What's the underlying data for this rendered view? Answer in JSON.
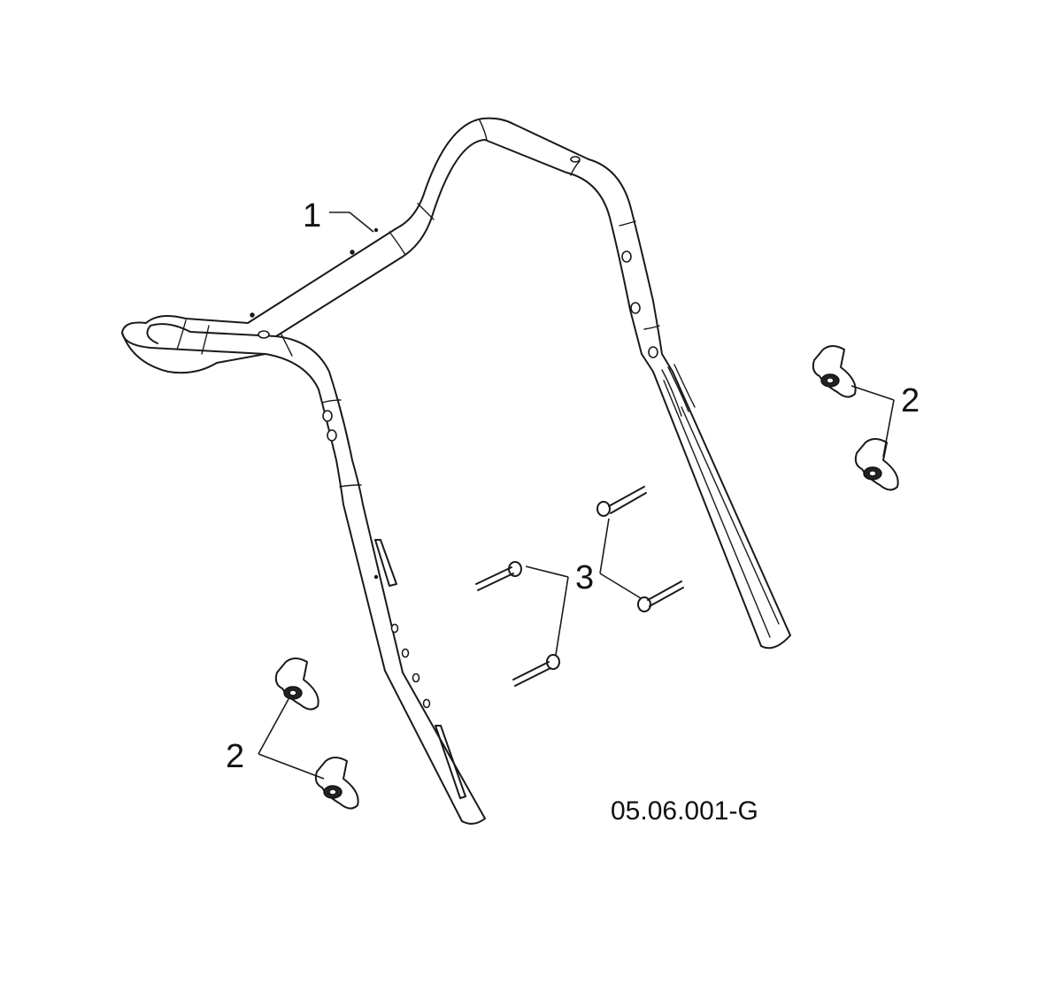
{
  "parts": [
    {
      "callout": "1",
      "name": "handle"
    },
    {
      "callout": "2",
      "name": "knob"
    },
    {
      "callout": "3",
      "name": "bolt"
    }
  ],
  "figure_id": "05.06.001-G",
  "icons": {
    "handle": "handlebar-drawing",
    "knob": "wing-knob-drawing",
    "bolt": "carriage-bolt-drawing"
  }
}
